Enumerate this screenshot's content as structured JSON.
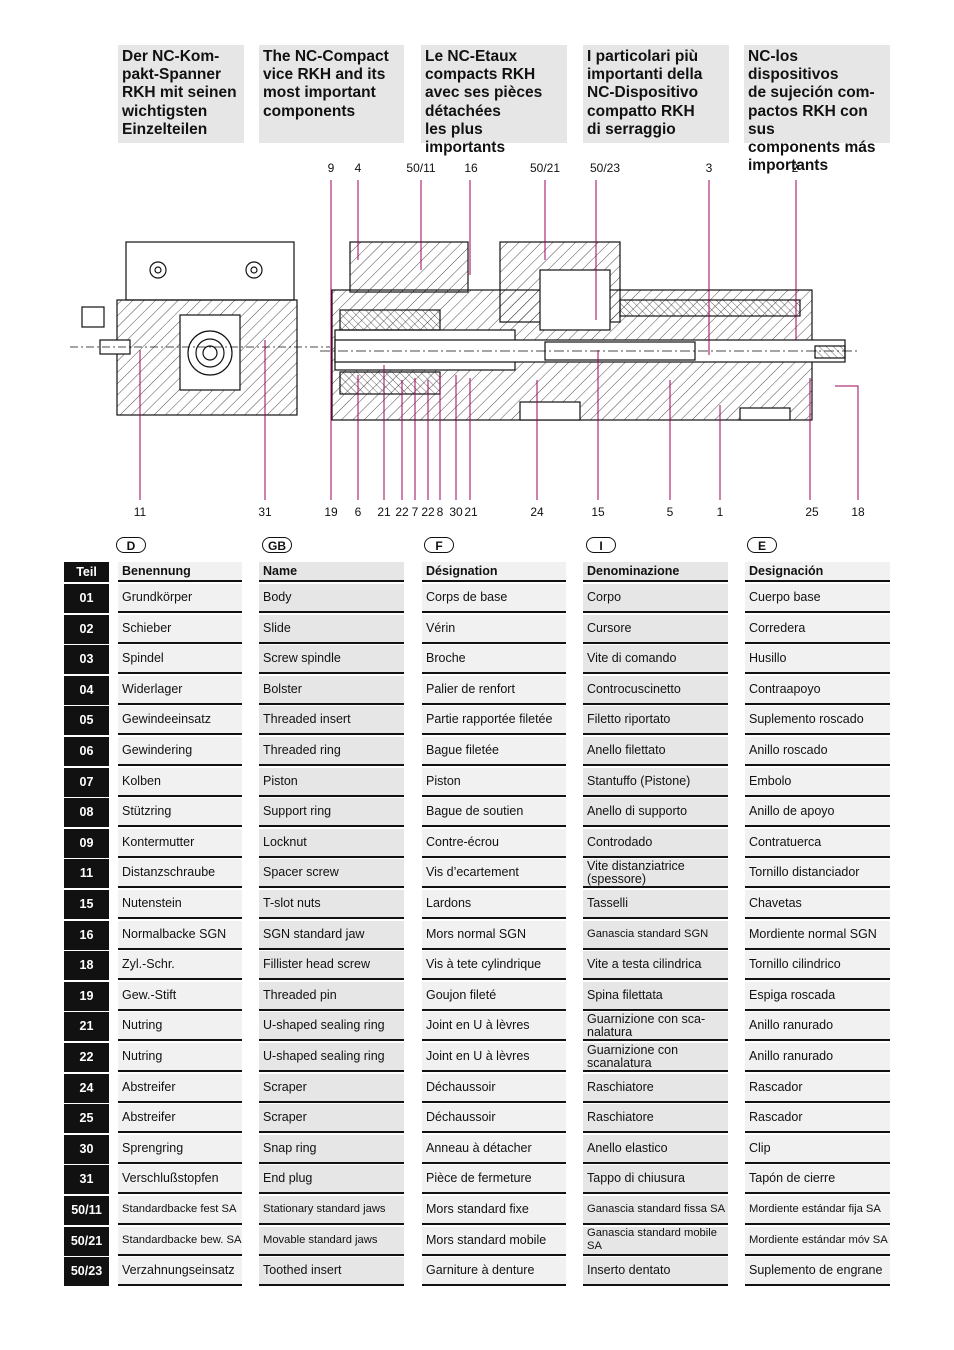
{
  "headings": [
    "Der NC-Kom-\npakt-Spanner\nRKH mit seinen\nwichtigsten\nEinzelteilen",
    "The NC-Compact\nvice RKH and its\nmost important\ncomponents",
    "Le NC-Etaux\ncompacts RKH\navec ses pièces\ndétachées\nles plus importants",
    "I particolari più\nimportanti della\nNC-Dispositivo\ncompatto RKH\ndi serraggio",
    "NC-los dispositivos\nde sujeción com-\npactos RKH con sus\ncomponents más\nimportants"
  ],
  "callouts_top": [
    "9",
    "4",
    "50/11",
    "16",
    "50/21",
    "50/23",
    "3",
    "2"
  ],
  "callouts_bottom": [
    "11",
    "31",
    "19",
    "6",
    "21",
    "22",
    "7",
    "22",
    "8",
    "30",
    "21",
    "24",
    "15",
    "5",
    "1",
    "25",
    "18"
  ],
  "languages": [
    "D",
    "GB",
    "F",
    "I",
    "E"
  ],
  "table_header": [
    "Teil",
    "Benennung",
    "Name",
    "Désignation",
    "Denominazione",
    "Designación"
  ],
  "rows": [
    {
      "teil": "01",
      "cells": [
        "Grundkörper",
        "Body",
        "Corps de base",
        "Corpo",
        "Cuerpo base"
      ]
    },
    {
      "teil": "02",
      "cells": [
        "Schieber",
        "Slide",
        "Vérin",
        "Cursore",
        "Corredera"
      ]
    },
    {
      "teil": "03",
      "cells": [
        "Spindel",
        "Screw spindle",
        "Broche",
        "Vite di comando",
        "Husillo"
      ]
    },
    {
      "teil": "04",
      "cells": [
        "Widerlager",
        "Bolster",
        "Palier de renfort",
        "Controcuscinetto",
        "Contraapoyo"
      ]
    },
    {
      "teil": "05",
      "cells": [
        "Gewindeeinsatz",
        "Threaded insert",
        "Partie rapportée filetée",
        "Filetto riportato",
        "Suplemento roscado"
      ]
    },
    {
      "teil": "06",
      "cells": [
        "Gewindering",
        "Threaded ring",
        "Bague filetée",
        "Anello filettato",
        "Anillo roscado"
      ]
    },
    {
      "teil": "07",
      "cells": [
        "Kolben",
        "Piston",
        "Piston",
        "Stantuffo (Pistone)",
        "Embolo"
      ]
    },
    {
      "teil": "08",
      "cells": [
        "Stützring",
        "Support ring",
        "Bague de soutien",
        "Anello di supporto",
        "Anillo de apoyo"
      ]
    },
    {
      "teil": "09",
      "cells": [
        "Kontermutter",
        "Locknut",
        "Contre-écrou",
        "Controdado",
        "Contratuerca"
      ]
    },
    {
      "teil": "11",
      "cells": [
        "Distanzschraube",
        "Spacer screw",
        "Vis d’ecartement",
        "Vite distanziatrice\n(spessore)",
        "Tornillo distanciador"
      ]
    },
    {
      "teil": "15",
      "cells": [
        "Nutenstein",
        "T-slot nuts",
        "Lardons",
        "Tasselli",
        "Chavetas"
      ]
    },
    {
      "teil": "16",
      "cells": [
        "Normalbacke SGN",
        "SGN standard jaw",
        "Mors normal SGN",
        "Ganascia standard SGN",
        "Mordiente normal SGN"
      ]
    },
    {
      "teil": "18",
      "cells": [
        "Zyl.-Schr.",
        "Fillister head screw",
        "Vis à tete cylindrique",
        "Vite a testa cilindrica",
        "Tornillo cilindrico"
      ]
    },
    {
      "teil": "19",
      "cells": [
        "Gew.-Stift",
        "Threaded pin",
        "Goujon fileté",
        "Spina filettata",
        "Espiga roscada"
      ]
    },
    {
      "teil": "21",
      "cells": [
        "Nutring",
        "U-shaped sealing ring",
        "Joint en U à lèvres",
        "Guarnizione con sca-\nnalatura",
        "Anillo ranurado"
      ]
    },
    {
      "teil": "22",
      "cells": [
        "Nutring",
        "U-shaped sealing ring",
        "Joint en U à lèvres",
        "Guarnizione con\nscanalatura",
        "Anillo ranurado"
      ]
    },
    {
      "teil": "24",
      "cells": [
        "Abstreifer",
        "Scraper",
        "Déchaussoir",
        "Raschiatore",
        "Rascador"
      ]
    },
    {
      "teil": "25",
      "cells": [
        "Abstreifer",
        "Scraper",
        "Déchaussoir",
        "Raschiatore",
        "Rascador"
      ]
    },
    {
      "teil": "30",
      "cells": [
        "Sprengring",
        "Snap ring",
        "Anneau à détacher",
        "Anello elastico",
        "Clip"
      ]
    },
    {
      "teil": "31",
      "cells": [
        "Verschlußstopfen",
        "End plug",
        "Pièce de fermeture",
        "Tappo di chiusura",
        "Tapón de cierre"
      ]
    },
    {
      "teil": "50/11",
      "cells": [
        "Standardbacke fest SA",
        "Stationary standard jaws",
        "Mors standard fixe",
        "Ganascia standard fissa SA",
        "Mordiente estándar fija SA"
      ]
    },
    {
      "teil": "50/21",
      "cells": [
        "Standardbacke bew. SA",
        "Movable standard jaws",
        "Mors standard mobile",
        "Ganascia standard mobile SA",
        "Mordiente estándar móv SA"
      ]
    },
    {
      "teil": "50/23",
      "cells": [
        "Verzahnungseinsatz",
        "Toothed insert",
        "Garniture à denture",
        "Inserto dentato",
        "Suplemento de engrane"
      ]
    }
  ]
}
